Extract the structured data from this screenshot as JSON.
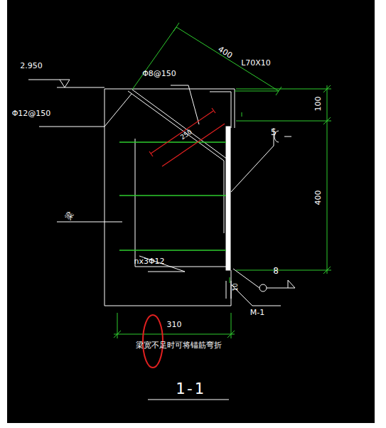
{
  "diagram": {
    "title": "1-1",
    "labels": [
      "400",
      "L70X10",
      "2.950",
      "Φ8@150",
      "Φ12@150",
      "100",
      "250",
      "5",
      "400",
      "梁",
      "nx3Φ12",
      "8",
      "10",
      "M-1",
      "310",
      "梁宽不足时可将锚筋弯折"
    ]
  }
}
